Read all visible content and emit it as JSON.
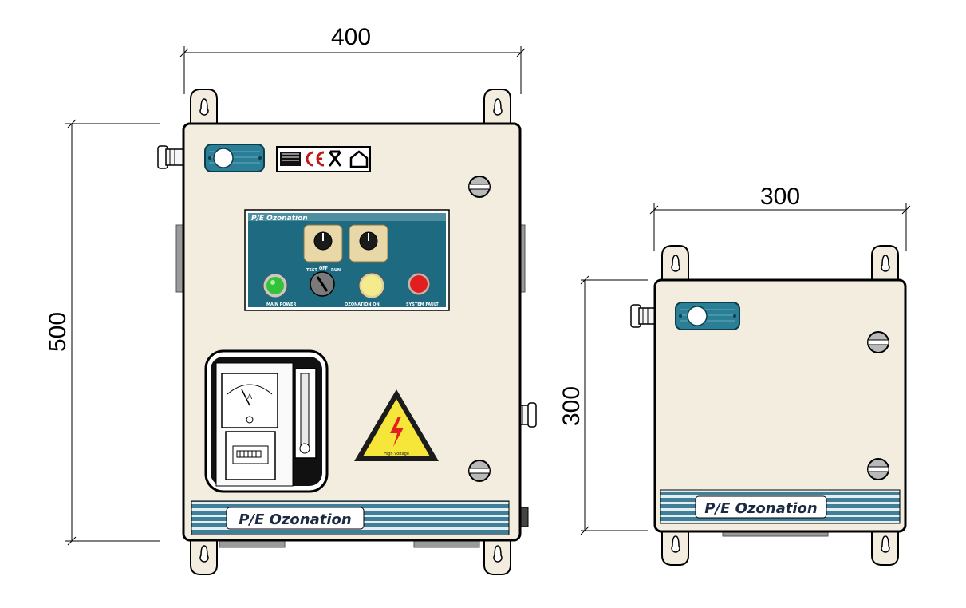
{
  "dimensions": {
    "large_width": "400",
    "large_height": "500",
    "small_width": "300",
    "small_height": "300"
  },
  "large_panel": {
    "brand_label": "P/E Ozonation",
    "control_panel_title": "P/E Ozonation",
    "selector_labels": {
      "test": "TEST",
      "off": "OFF",
      "run": "RUN"
    },
    "lamp_labels": {
      "main_power": "MAIN POWER",
      "ozonation_on": "OZONATION ON",
      "system_fault": "SYSTEM FAULT"
    },
    "meter_unit": "A",
    "warning_text": "High Voltage"
  },
  "small_panel": {
    "brand_label": "P/E Ozonation"
  },
  "colors": {
    "enclosure": "#f3eddf",
    "panel_teal": "#1e6a80",
    "stripe_blue": "#3f7f99",
    "lamp_green": "#35c23a",
    "lamp_yellow": "#f3eb8c",
    "lamp_red": "#e21e1e",
    "warning_yellow": "#f6e63a"
  }
}
